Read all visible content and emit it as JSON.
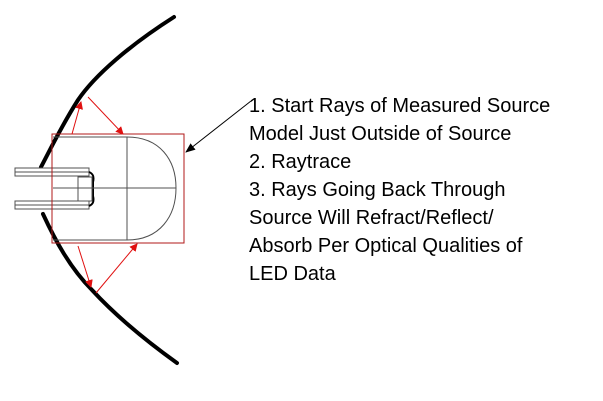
{
  "diagram": {
    "colors": {
      "reflector": "#000000",
      "rays": "#e01010",
      "source_box": "#b01818",
      "led_outline": "#505050",
      "pointer": "#000000",
      "text": "#000000"
    },
    "elements": {
      "reflector": "parabolic-reflector-curve",
      "led": "led-side-view",
      "source_box": "measured-source-model-boundary",
      "rays": [
        "upper-ray-out",
        "upper-ray-back",
        "lower-ray-out",
        "lower-ray-back"
      ],
      "pointer": "callout-arrow"
    }
  },
  "steps": {
    "lines": [
      "1. Start Rays of Measured Source",
      "Model Just Outside of Source",
      "2. Raytrace",
      "3. Rays Going Back Through",
      "Source Will Refract/Reflect/",
      "Absorb Per Optical Qualities of",
      "LED Data"
    ]
  }
}
